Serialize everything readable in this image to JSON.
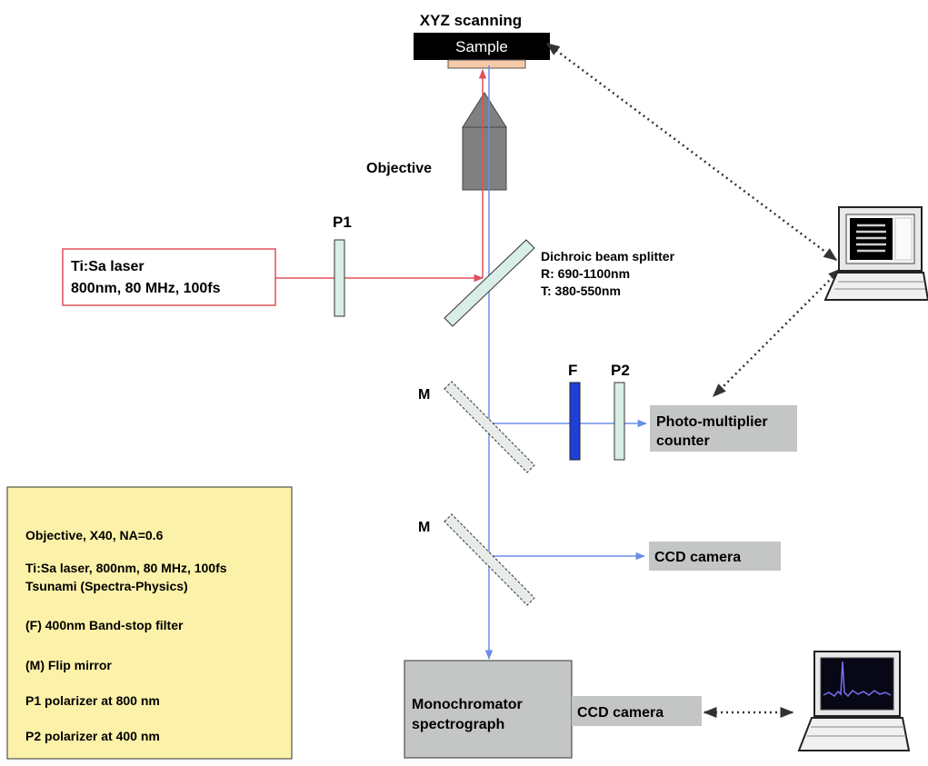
{
  "labels": {
    "xyz_scanning": "XYZ scanning",
    "sample": "Sample",
    "objective": "Objective",
    "p1": "P1",
    "p2": "P2",
    "f": "F",
    "m_upper": "M",
    "m_lower": "M",
    "dichroic": [
      "Dichroic beam splitter",
      "R: 690-1100nm",
      "T: 380-550nm"
    ],
    "laser": [
      "Ti:Sa laser",
      "800nm, 80 MHz, 100fs"
    ],
    "pmt": [
      "Photo-multiplier",
      "counter"
    ],
    "ccd_camera_mid": "CCD camera",
    "monochromator": [
      "Monochromator",
      "spectrograph"
    ],
    "ccd_camera_bottom": "CCD camera"
  },
  "legend": [
    "Objective, X40, NA=0.6",
    "Ti:Sa laser, 800nm, 80 MHz, 100fs",
    "Tsunami (Spectra-Physics)",
    "(F) 400nm Band-stop filter",
    "(M) Flip mirror",
    "P1 polarizer at 800 nm",
    "P2 polarizer at 400 nm"
  ],
  "colors": {
    "laser_beam": "#e0505a",
    "signal_beam": "#6a8ee8",
    "filter": "#1f3fd8",
    "optic_fill": "#d8eee6",
    "box_gray": "#c4c6c6",
    "legend_bg": "#fcf1a8",
    "objective_gray": "#808080",
    "sample_pad": "#f6c9a8"
  }
}
